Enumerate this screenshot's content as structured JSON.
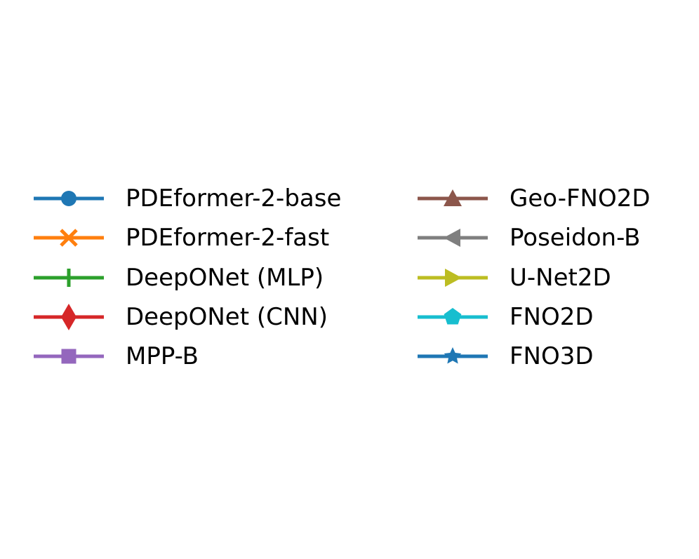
{
  "figure": {
    "background": "#ffffff",
    "legend": {
      "columns": [
        {
          "items": [
            {
              "label": "PDEformer-2-base",
              "color": "#1f77b4",
              "marker": "circle"
            },
            {
              "label": "PDEformer-2-fast",
              "color": "#ff7f0e",
              "marker": "x"
            },
            {
              "label": "DeepONet (MLP)",
              "color": "#2ca02c",
              "marker": "plus"
            },
            {
              "label": "DeepONet (CNN)",
              "color": "#d62728",
              "marker": "thin-diamond"
            },
            {
              "label": "MPP-B",
              "color": "#9467bd",
              "marker": "square"
            }
          ]
        },
        {
          "items": [
            {
              "label": "Geo-FNO2D",
              "color": "#8c564b",
              "marker": "triangle-up"
            },
            {
              "label": "Poseidon-B",
              "color": "#7f7f7f",
              "marker": "triangle-left"
            },
            {
              "label": "U-Net2D",
              "color": "#bcbd22",
              "marker": "triangle-right"
            },
            {
              "label": "FNO2D",
              "color": "#17becf",
              "marker": "pentagon"
            },
            {
              "label": "FNO3D",
              "color": "#1f77b4",
              "marker": "star"
            }
          ]
        }
      ]
    }
  },
  "chart_data": {
    "type": "line",
    "title": "",
    "xlabel": "",
    "ylabel": "",
    "legend_position": "center, two columns",
    "series": [
      {
        "name": "PDEformer-2-base",
        "color": "#1f77b4",
        "marker": "circle"
      },
      {
        "name": "PDEformer-2-fast",
        "color": "#ff7f0e",
        "marker": "x"
      },
      {
        "name": "DeepONet (MLP)",
        "color": "#2ca02c",
        "marker": "plus"
      },
      {
        "name": "DeepONet (CNN)",
        "color": "#d62728",
        "marker": "thin-diamond"
      },
      {
        "name": "MPP-B",
        "color": "#9467bd",
        "marker": "square"
      },
      {
        "name": "Geo-FNO2D",
        "color": "#8c564b",
        "marker": "triangle-up"
      },
      {
        "name": "Poseidon-B",
        "color": "#7f7f7f",
        "marker": "triangle-left"
      },
      {
        "name": "U-Net2D",
        "color": "#bcbd22",
        "marker": "triangle-right"
      },
      {
        "name": "FNO2D",
        "color": "#17becf",
        "marker": "pentagon"
      },
      {
        "name": "FNO3D",
        "color": "#1f77b4",
        "marker": "star"
      }
    ]
  }
}
